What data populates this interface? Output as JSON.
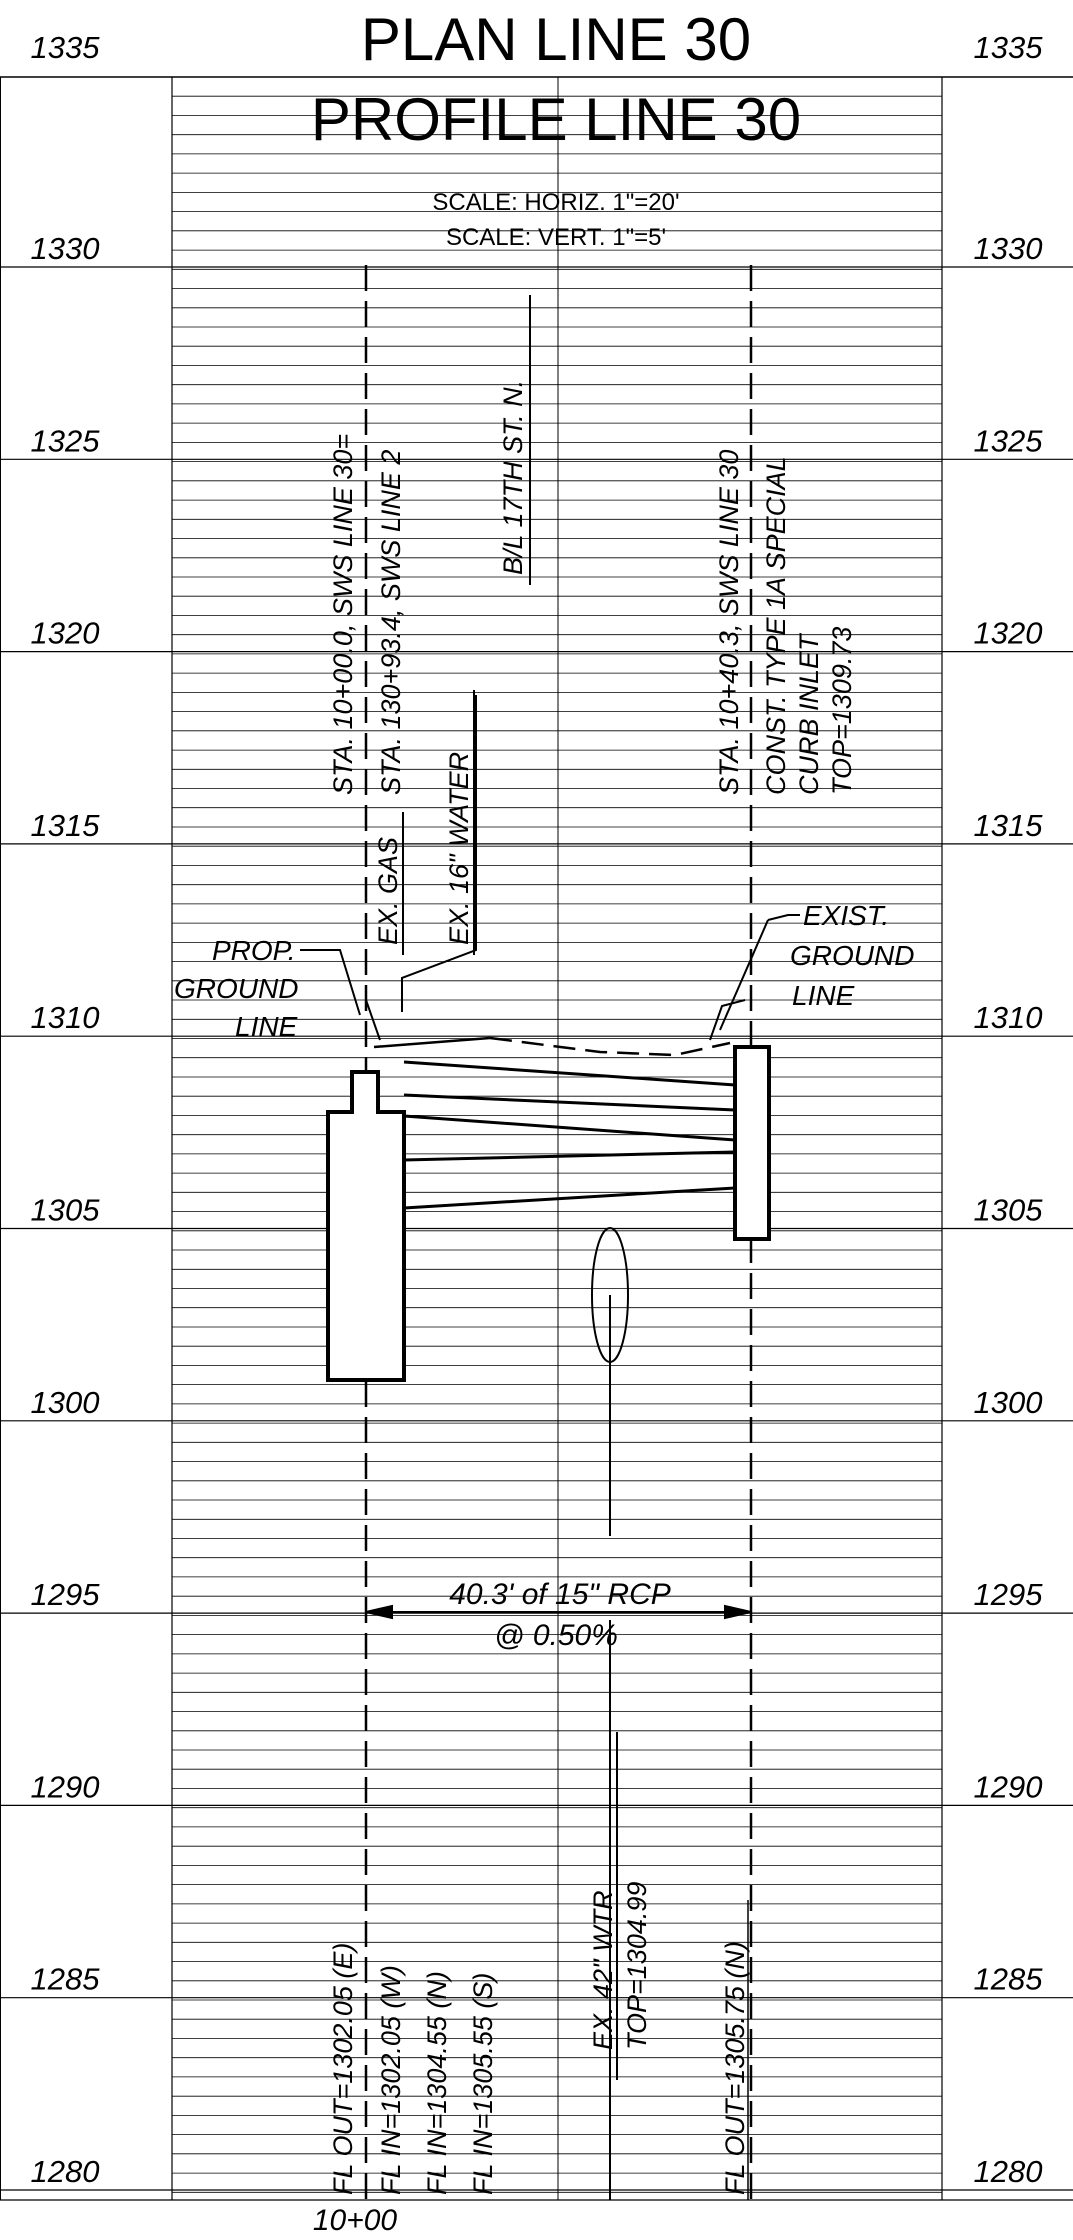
{
  "title": "PLAN LINE 30",
  "subtitle": "PROFILE LINE 30",
  "scale_h": "SCALE: HORIZ. 1\"=20'",
  "scale_v": "SCALE: VERT. 1\"=5'",
  "elevations": [
    1335,
    1330,
    1325,
    1320,
    1315,
    1310,
    1305,
    1300,
    1295,
    1290,
    1285,
    1280
  ],
  "station_label": "10+00",
  "callouts": {
    "sta_start": "STA. 10+00.0, SWS LINE 30=",
    "sta_line2": "STA. 130+93.4, SWS LINE 2",
    "baseline": "B/L 17TH ST. N.",
    "gas": "EX. GAS",
    "water16": "EX. 16\" WATER",
    "sta_end": "STA. 10+40.3, SWS LINE 30",
    "inlet1": "CONST. TYPE 1A SPECIAL",
    "inlet2": "CURB INLET",
    "inlet3": "TOP=1309.73",
    "prop1": "PROP.",
    "prop2": "GROUND",
    "prop3": "LINE",
    "exist1": "EXIST.",
    "exist2": "GROUND",
    "exist3": "LINE",
    "pipe1": "40.3' of 15\" RCP",
    "pipe2": "@ 0.50%",
    "wtr1": "EX. 42\" WTR",
    "wtr2": "TOP=1304.99",
    "fl_out_e": "FL OUT=1302.05 (E)",
    "fl_in_w": "FL IN=1302.05 (W)",
    "fl_in_n": "FL IN=1304.55 (N)",
    "fl_in_s": "FL IN=1305.55 (S)",
    "fl_out_n": "FL OUT=1305.75 (N)"
  }
}
